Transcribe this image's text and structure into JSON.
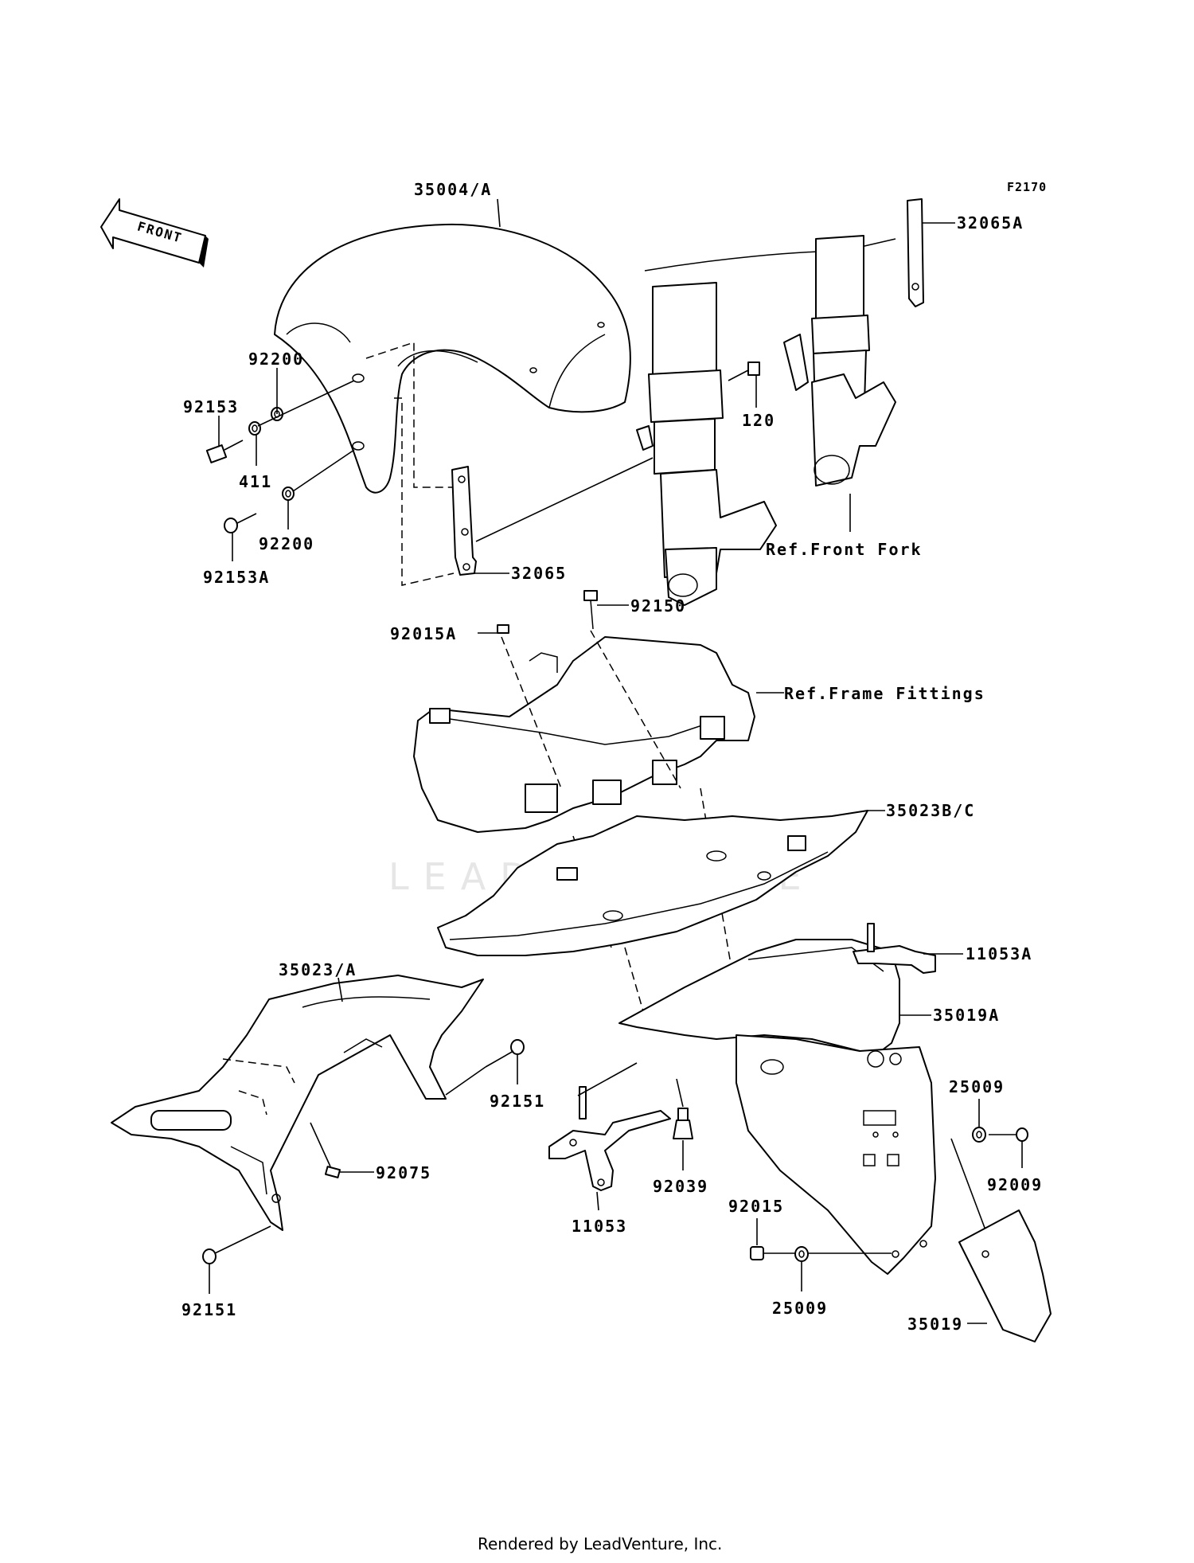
{
  "figure_code": "F2170",
  "front_arrow": {
    "label": "FRONT",
    "icon": "front-direction-arrow-icon"
  },
  "watermark": "LEADVENTURE",
  "footer": "Rendered by LeadVenture, Inc.",
  "callouts": {
    "front_fender": "35004/A",
    "bracket_right": "32065A",
    "washer_upper": "92200",
    "bolt_upper": "92153",
    "bolt_fork": "120",
    "spacer_411": "411",
    "washer_lower": "92200",
    "bolt_lower": "92153A",
    "bracket_left": "32065",
    "ref_front_fork": "Ref.Front Fork",
    "bolt_92150": "92150",
    "nut_92015A": "92015A",
    "ref_frame_fittings": "Ref.Frame Fittings",
    "cover_inner": "35023B/C",
    "bracket_11053A": "11053A",
    "cover_side": "35023/A",
    "rear_fender": "35019A",
    "bolt_side_upper": "92151",
    "grommet_upper": "25009",
    "pin_92075": "92075",
    "bolt_92009": "92009",
    "bracket_11053": "11053",
    "rivet_92039": "92039",
    "nut_92015": "92015",
    "bolt_side_lower": "92151",
    "grommet_lower": "25009",
    "flap_35019": "35019"
  }
}
